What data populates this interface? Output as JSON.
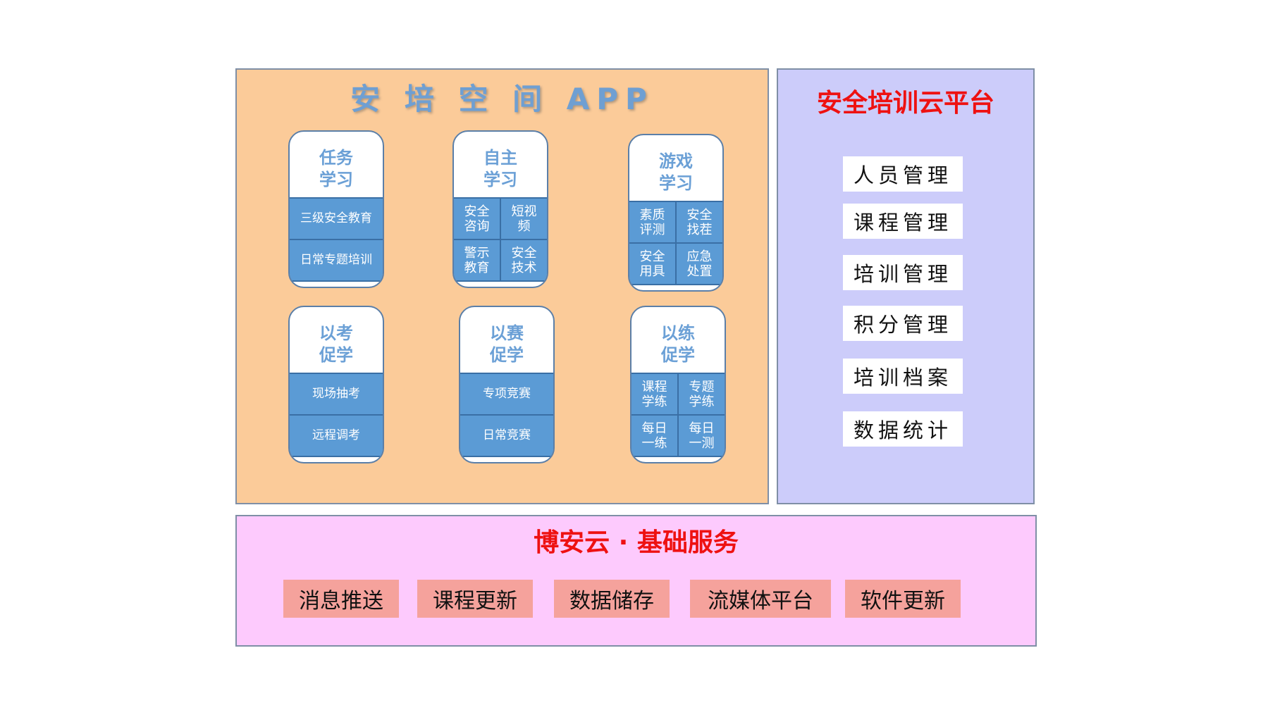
{
  "app": {
    "title": "安 培 空 间 APP",
    "modules": [
      {
        "title": "任务\n学习",
        "items": [
          "三级安全教育",
          "日常专题培训"
        ]
      },
      {
        "title": "自主\n学习",
        "items": [
          "安全\n咨询",
          "短视\n频",
          "警示\n教育",
          "安全\n技术"
        ]
      },
      {
        "title": "游戏\n学习",
        "items": [
          "素质\n评测",
          "安全\n找茬",
          "安全\n用具",
          "应急\n处置"
        ]
      },
      {
        "title": "以考\n促学",
        "items": [
          "现场抽考",
          "远程调考"
        ]
      },
      {
        "title": "以赛\n促学",
        "items": [
          "专项竞赛",
          "日常竞赛"
        ]
      },
      {
        "title": "以练\n促学",
        "items": [
          "课程\n学练",
          "专题\n学练",
          "每日\n一练",
          "每日\n一测"
        ]
      }
    ]
  },
  "cloud": {
    "title": "安全培训云平台",
    "items": [
      "人员管理",
      "课程管理",
      "培训管理",
      "积分管理",
      "培训档案",
      "数据统计"
    ]
  },
  "base": {
    "title": "博安云 · 基础服务",
    "items": [
      "消息推送",
      "课程更新",
      "数据储存",
      "流媒体平台",
      "软件更新"
    ]
  },
  "colors": {
    "app_bg": "#fbcb99",
    "cloud_bg": "#ccccfa",
    "base_bg": "#fdcafd",
    "title_red": "#ee1111",
    "module_blue": "#5b9bd5",
    "service_pink": "#f5a29c"
  }
}
